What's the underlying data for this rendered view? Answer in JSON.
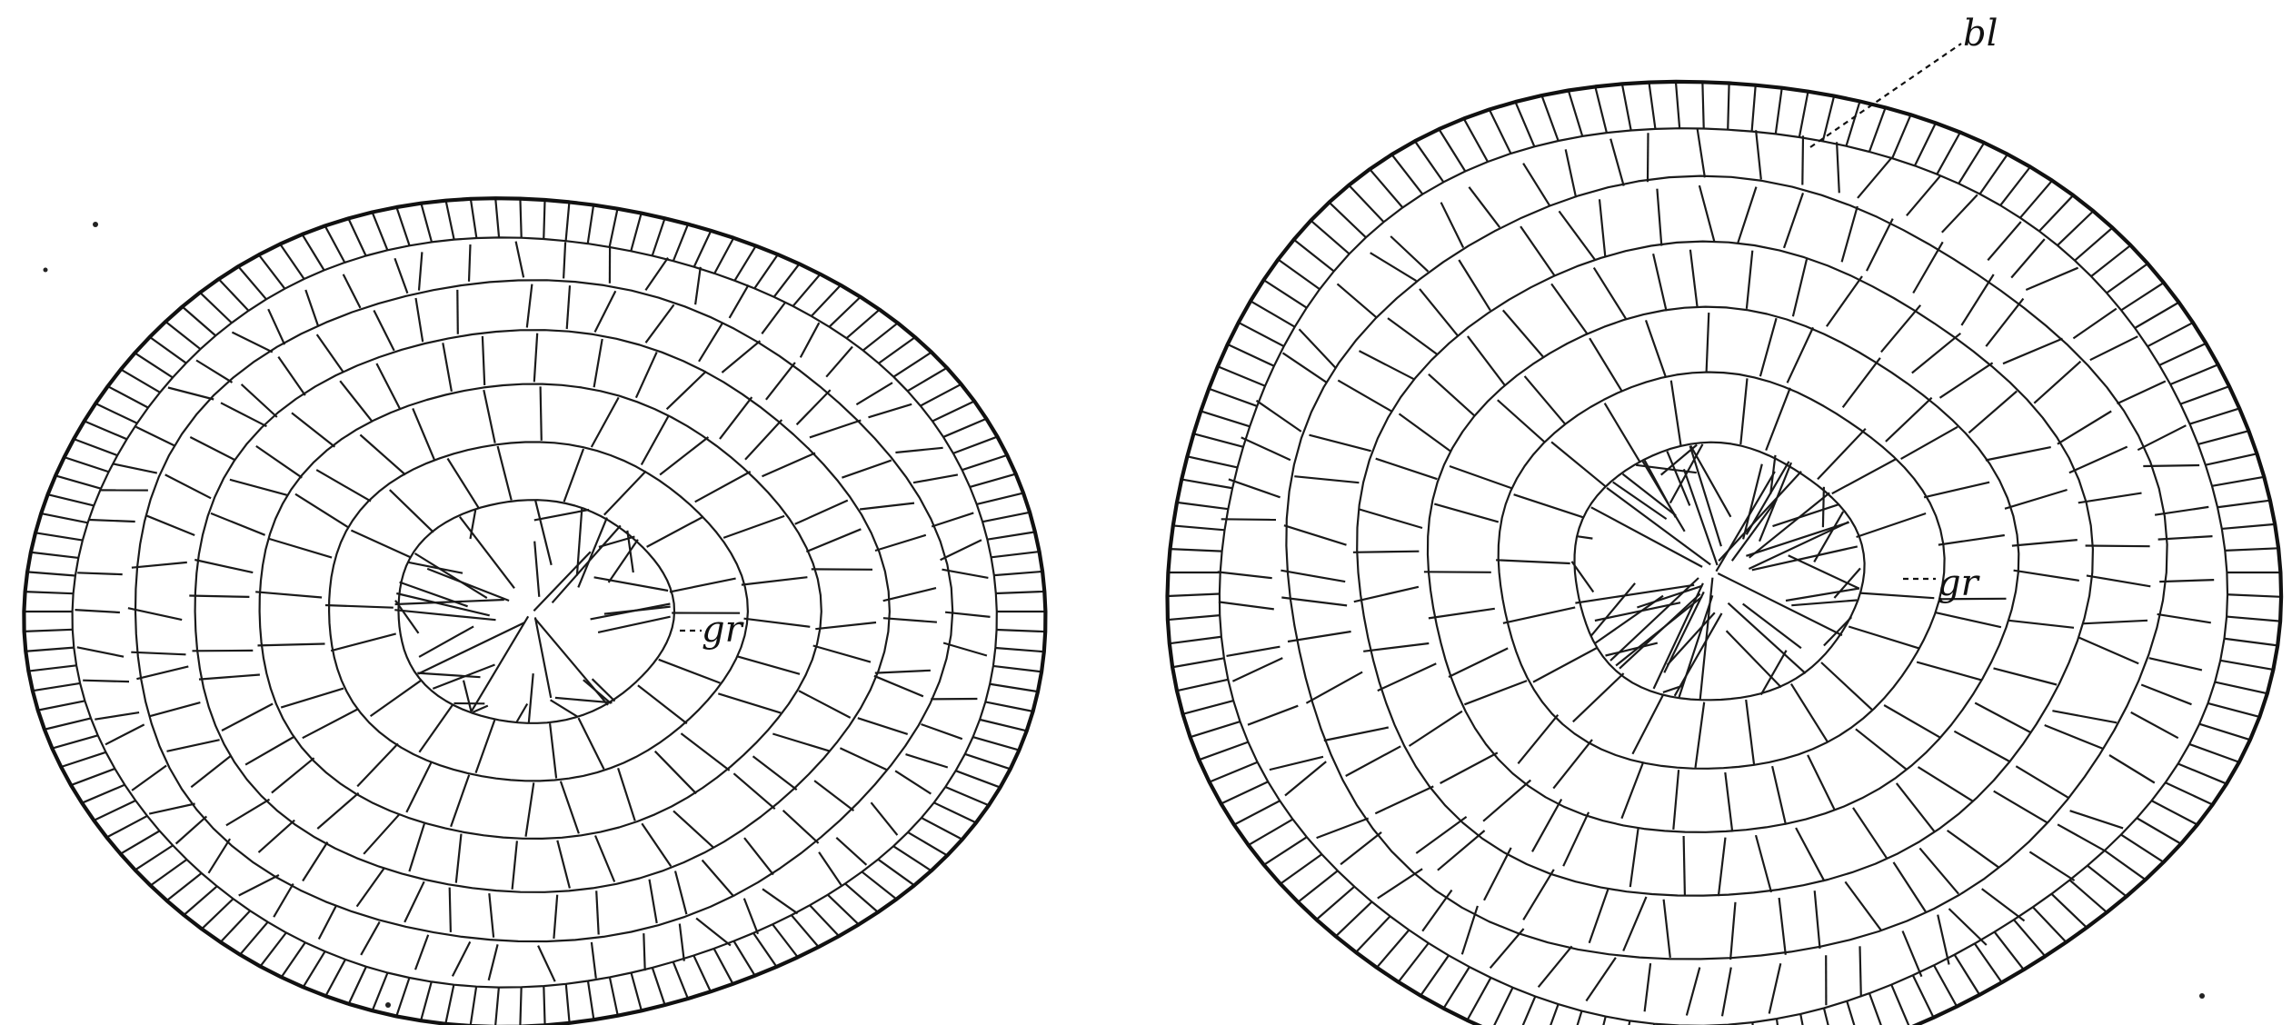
{
  "figure": {
    "left_section": {
      "labels": {
        "gr": "gr"
      }
    },
    "right_section": {
      "labels": {
        "gr": "gr",
        "bl": "bl"
      }
    },
    "colors": {
      "ink": "#111111",
      "paper": "#ffffff"
    }
  }
}
